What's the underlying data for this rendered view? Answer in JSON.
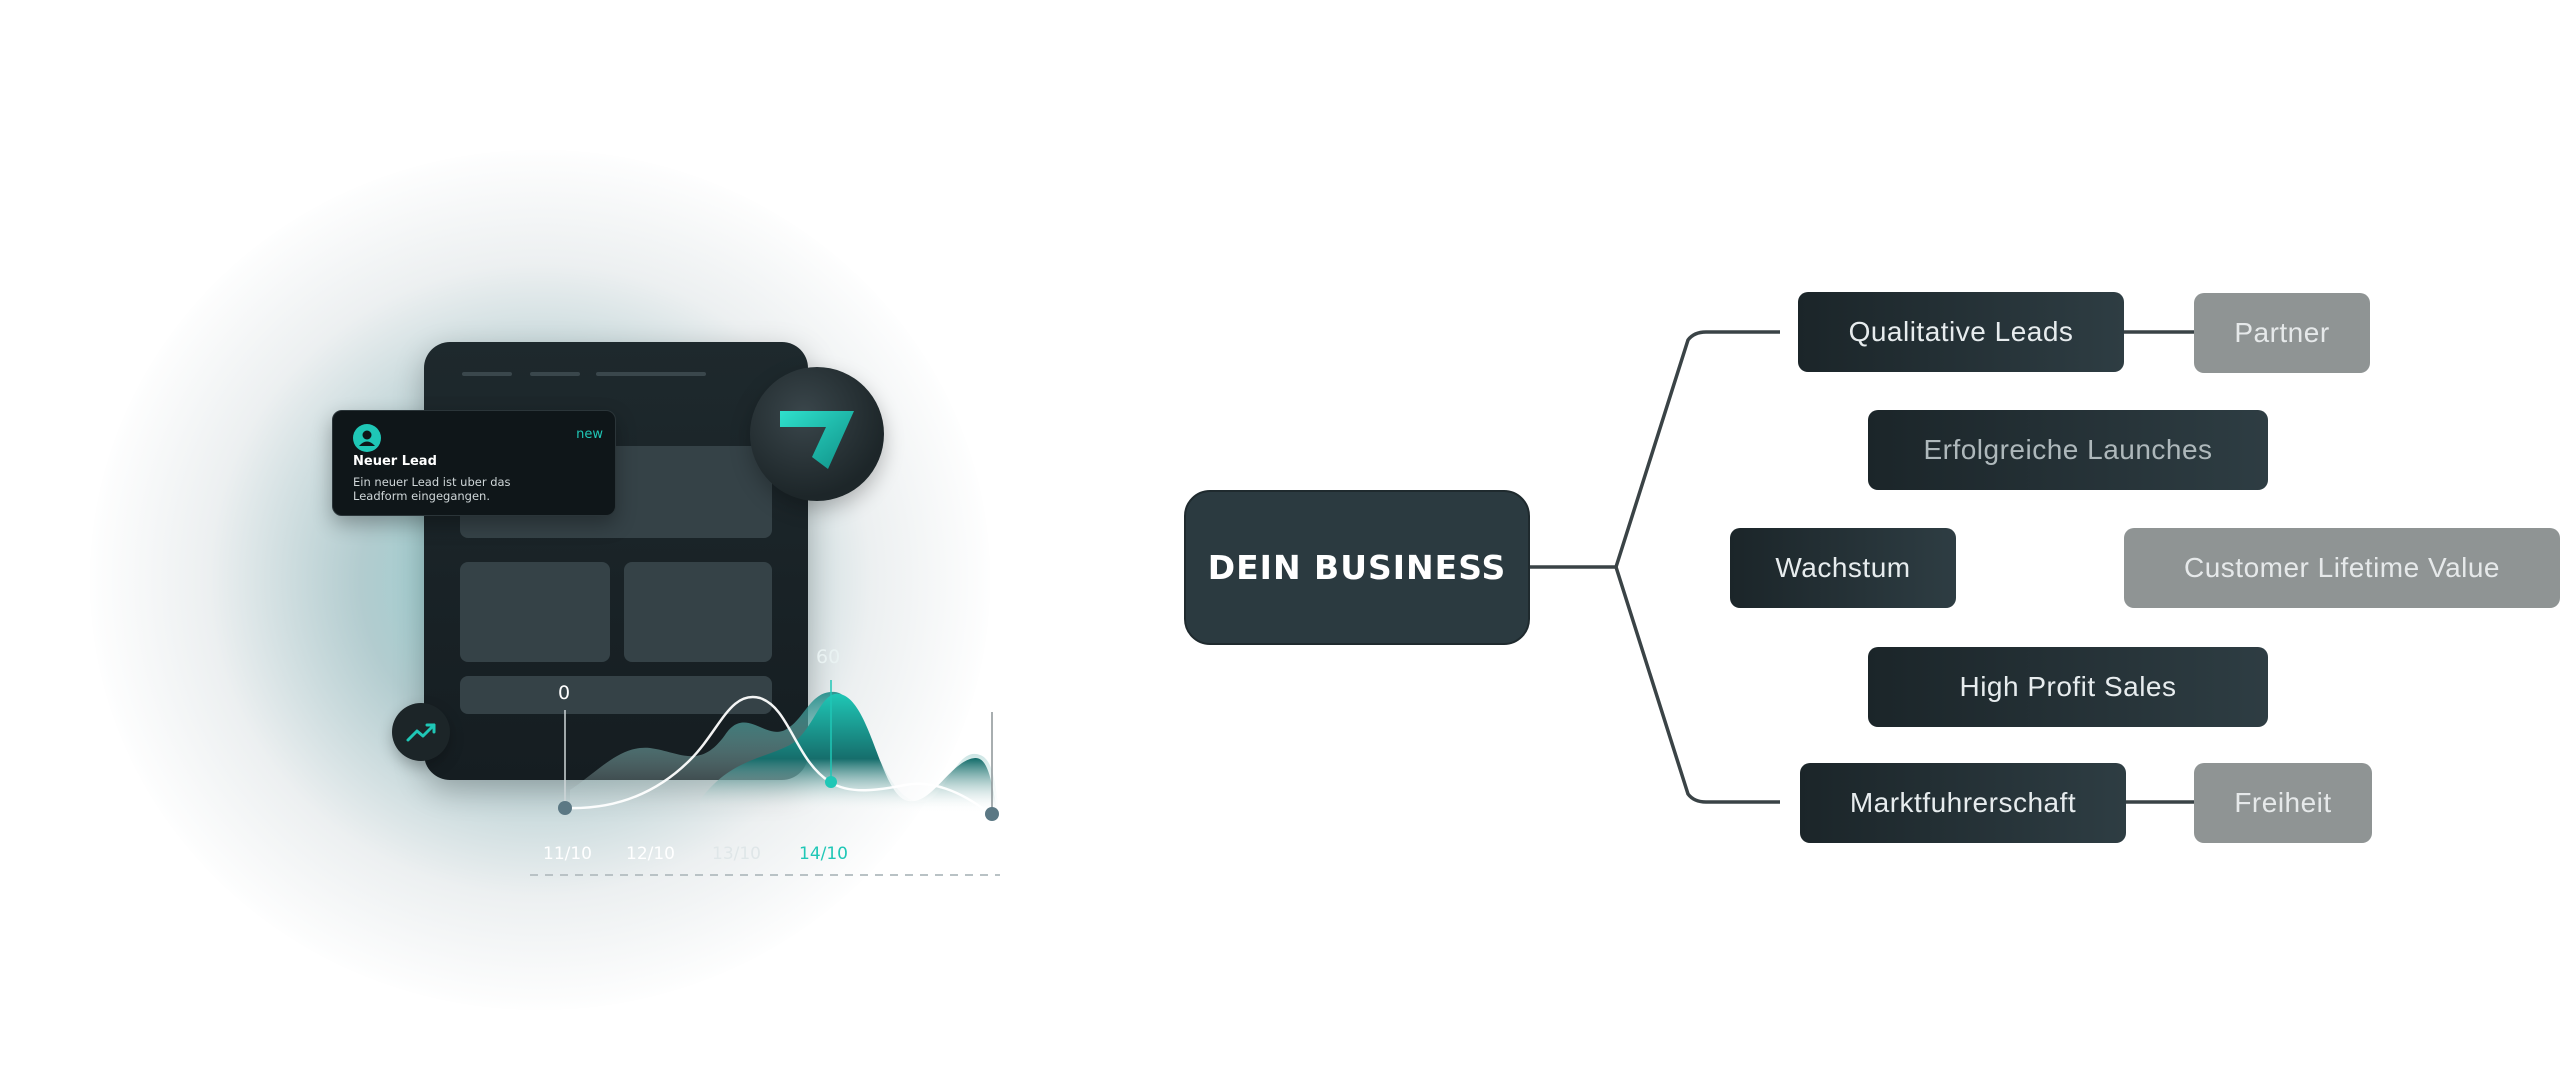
{
  "notification": {
    "badge": "new",
    "title": "Neuer Lead",
    "body": "Ein neuer Lead ist uber das Leadform eingegangen."
  },
  "logo": {
    "glyph": "7",
    "icon": "seven-logo-icon",
    "color": "#1fc7b6"
  },
  "trend_icon": "trending-up-icon",
  "chart_data": {
    "type": "area",
    "x": [
      "11/10",
      "12/10",
      "13/10",
      "14/10"
    ],
    "highlight_x": "14/10",
    "annotations": [
      "0",
      "60"
    ],
    "accent": "#1fc7b6"
  },
  "mindmap": {
    "center": "DEIN BUSINESS",
    "branches": [
      {
        "label": "Qualitative Leads",
        "child": "Partner"
      },
      {
        "label": "Erfolgreiche Launches"
      },
      {
        "label": "Wachstum",
        "child": "Customer Lifetime Value"
      },
      {
        "label": "High Profit Sales"
      },
      {
        "label": "Marktfuhrerschaft",
        "child": "Freiheit"
      }
    ]
  },
  "colors": {
    "node_dark": "#1f2b30",
    "node_grey": "#8f9494",
    "accent": "#1fc7b6",
    "line": "#3a4346"
  }
}
